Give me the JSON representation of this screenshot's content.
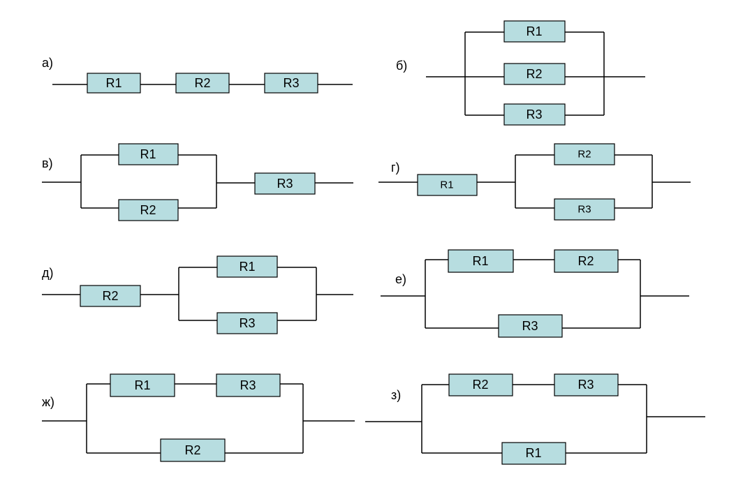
{
  "colors": {
    "resistor_fill": "#b7dde0",
    "wire": "#000000",
    "background": "#ffffff"
  },
  "circuits": {
    "a": {
      "label": "а)",
      "r1": "R1",
      "r2": "R2",
      "r3": "R3"
    },
    "b": {
      "label": "б)",
      "r1": "R1",
      "r2": "R2",
      "r3": "R3"
    },
    "v": {
      "label": "в)",
      "r1": "R1",
      "r2": "R2",
      "r3": "R3"
    },
    "g": {
      "label": "г)",
      "r1": "R1",
      "r2": "R2",
      "r3": "R3"
    },
    "d": {
      "label": "д)",
      "r1": "R1",
      "r2": "R2",
      "r3": "R3"
    },
    "e": {
      "label": "е)",
      "r1": "R1",
      "r2": "R2",
      "r3": "R3"
    },
    "zh": {
      "label": "ж)",
      "r1": "R1",
      "r2": "R2",
      "r3": "R3"
    },
    "z": {
      "label": "з)",
      "r1": "R1",
      "r2": "R2",
      "r3": "R3"
    }
  }
}
